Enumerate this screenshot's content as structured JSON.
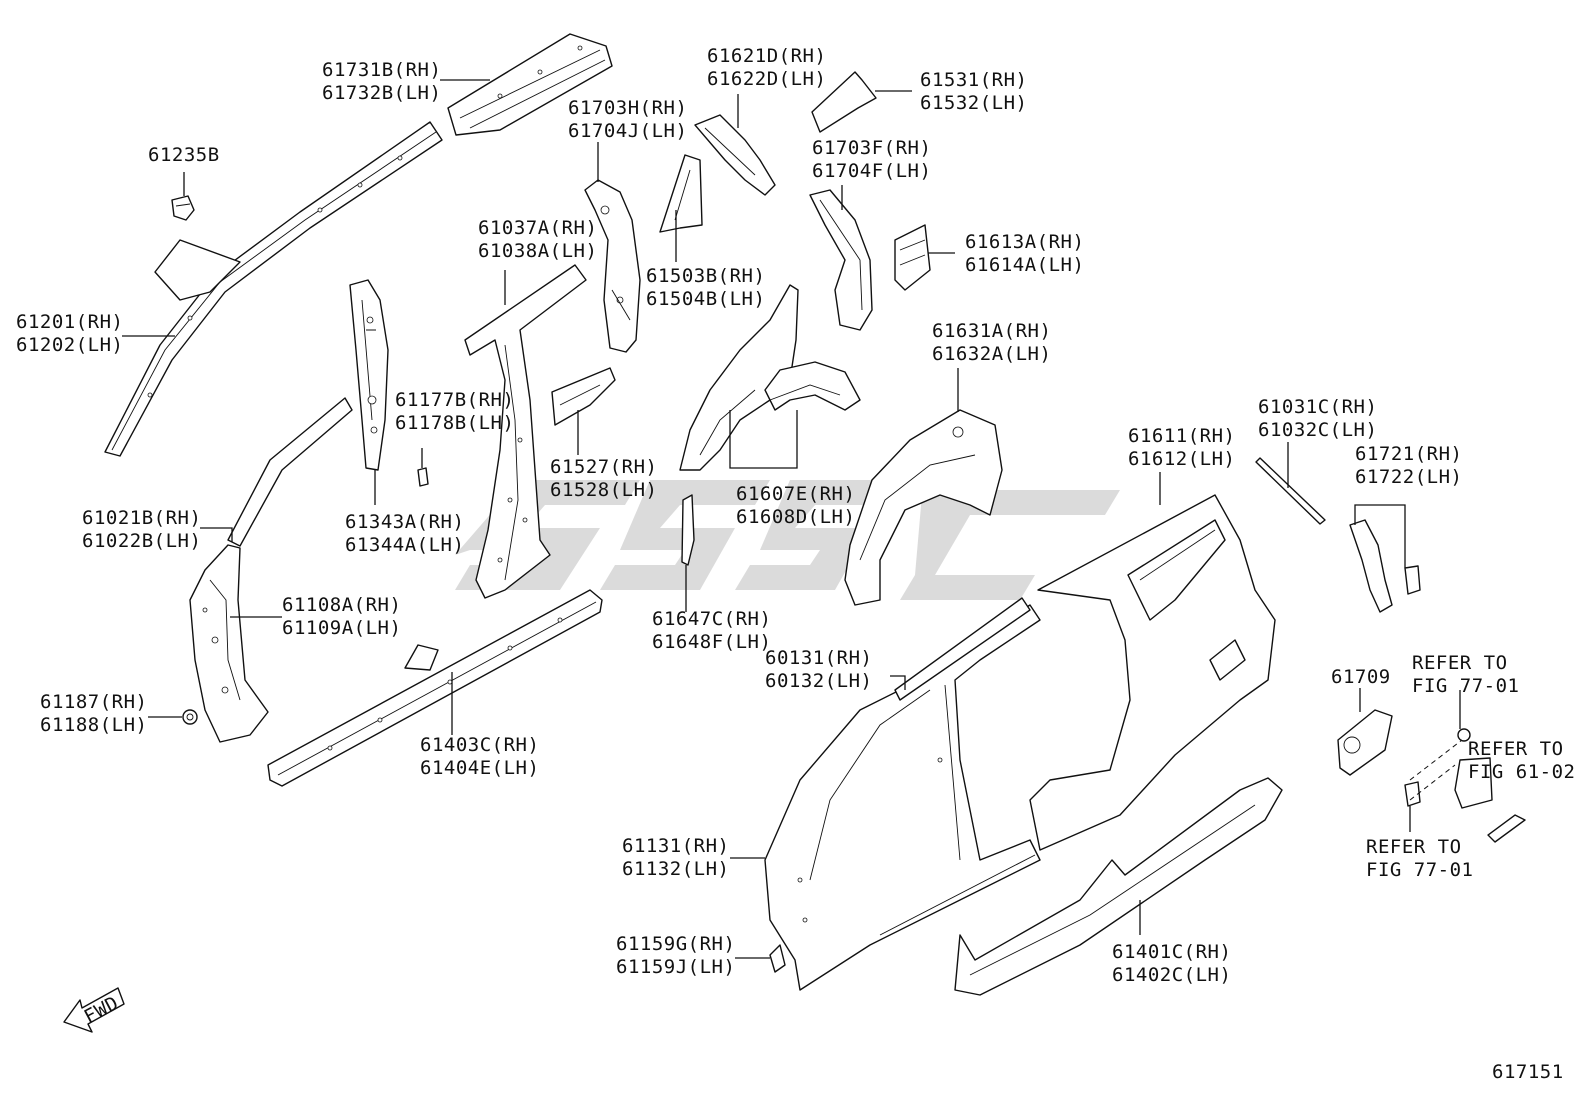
{
  "labels": {
    "p61731": [
      "61731B(RH)",
      "61732B(LH)"
    ],
    "p61235": [
      "61235B"
    ],
    "p61201": [
      "61201(RH)",
      "61202(LH)"
    ],
    "p61021": [
      "61021B(RH)",
      "61022B(LH)"
    ],
    "p61108": [
      "61108A(RH)",
      "61109A(LH)"
    ],
    "p61187": [
      "61187(RH)",
      "61188(LH)"
    ],
    "p61343": [
      "61343A(RH)",
      "61344A(LH)"
    ],
    "p61177": [
      "61177B(RH)",
      "61178B(LH)"
    ],
    "p61037": [
      "61037A(RH)",
      "61038A(LH)"
    ],
    "p61403": [
      "61403C(RH)",
      "61404E(LH)"
    ],
    "p61703h": [
      "61703H(RH)",
      "61704J(LH)"
    ],
    "p61621": [
      "61621D(RH)",
      "61622D(LH)"
    ],
    "p61503": [
      "61503B(RH)",
      "61504B(LH)"
    ],
    "p61527": [
      "61527(RH)",
      "61528(LH)"
    ],
    "p61607": [
      "61607E(RH)",
      "61608D(LH)"
    ],
    "p61647": [
      "61647C(RH)",
      "61648F(LH)"
    ],
    "p61531": [
      "61531(RH)",
      "61532(LH)"
    ],
    "p61703f": [
      "61703F(RH)",
      "61704F(LH)"
    ],
    "p61613": [
      "61613A(RH)",
      "61614A(LH)"
    ],
    "p61631": [
      "61631A(RH)",
      "61632A(LH)"
    ],
    "p61611": [
      "61611(RH)",
      "61612(LH)"
    ],
    "p61031": [
      "61031C(RH)",
      "61032C(LH)"
    ],
    "p61721": [
      "61721(RH)",
      "61722(LH)"
    ],
    "p61709": [
      "61709"
    ],
    "ref1": [
      "REFER TO",
      "FIG 77-01"
    ],
    "ref2": [
      "REFER TO",
      "FIG 61-02"
    ],
    "ref3": [
      "REFER TO",
      "FIG 77-01"
    ],
    "p60131": [
      "60131(RH)",
      "60132(LH)"
    ],
    "p61131": [
      "61131(RH)",
      "61132(LH)"
    ],
    "p61159": [
      "61159G(RH)",
      "61159J(LH)"
    ],
    "p61401": [
      "61401C(RH)",
      "61402C(LH)"
    ]
  },
  "fwd_label": "FWD",
  "figure_number": "617151"
}
